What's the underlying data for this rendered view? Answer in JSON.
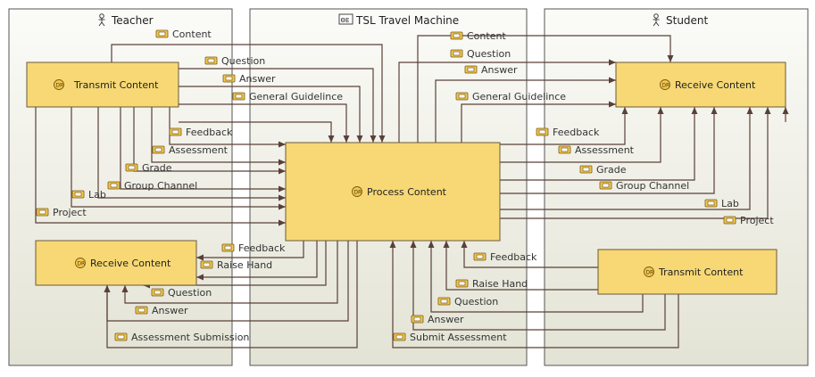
{
  "lanes": {
    "teacher": "Teacher",
    "machine": "TSL Travel Machine",
    "student": "Student"
  },
  "boxes": {
    "teacher_transmit": "Transmit Content",
    "teacher_receive": "Receive Content",
    "process": "Process Content",
    "student_receive": "Receive Content",
    "student_transmit": "Transmit Content"
  },
  "flows": {
    "t_content": "Content",
    "t_question": "Question",
    "t_answer": "Answer",
    "t_guideline": "General Guidelince",
    "t_feedback": "Feedback",
    "t_assessment": "Assessment",
    "t_grade": "Grade",
    "t_group": "Group Channel",
    "t_lab": "Lab",
    "t_project": "Project",
    "tr_feedback": "Feedback",
    "tr_raise": "Raise Hand",
    "tr_question": "Question",
    "tr_answer": "Answer",
    "tr_submission": "Assessment Submission",
    "s_content": "Content",
    "s_question": "Question",
    "s_answer": "Answer",
    "s_guideline": "General Guidelince",
    "s_feedback": "Feedback",
    "s_assessment": "Assessment",
    "s_grade": "Grade",
    "s_group": "Group Channel",
    "s_lab": "Lab",
    "s_project": "Project",
    "st_feedback": "Feedback",
    "st_raise": "Raise Hand",
    "st_question": "Question",
    "st_answer": "Answer",
    "st_submit": "Submit Assessment"
  },
  "colors": {
    "box_fill": "#f7d874",
    "lane_top": "#fbfbf8",
    "lane_bottom": "#e3e3d5",
    "connector": "#5a4038"
  },
  "icons": {
    "lane_actor": "actor-icon",
    "lane_boundary": "boundary-icon",
    "process": "process-icon",
    "information_flow": "information-flow-icon"
  }
}
